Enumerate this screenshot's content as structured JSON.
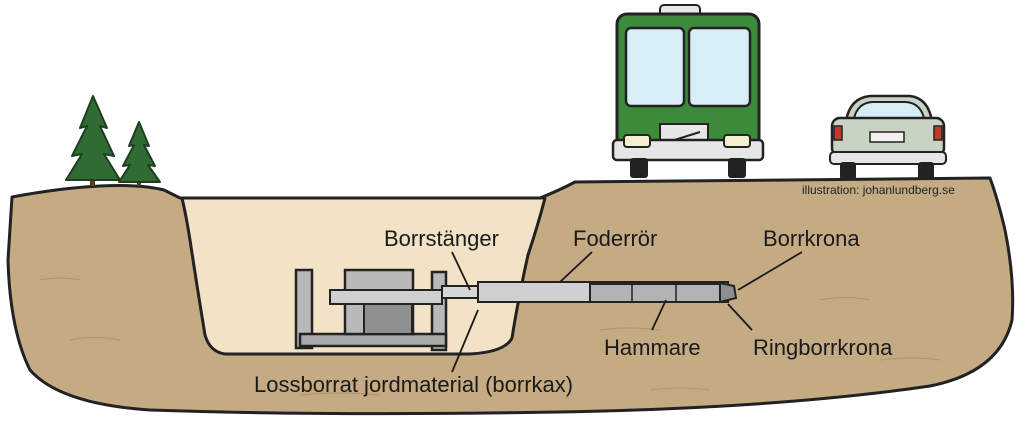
{
  "labels": {
    "borrstanger": "Borrstänger",
    "foderror": "Foderrör",
    "borrkrona": "Borrkrona",
    "hammare": "Hammare",
    "ringborrkrona": "Ringborrkrona",
    "lossborrat": "Lossborrat jordmaterial (borrkax)"
  },
  "credit": "illustration: johanlundberg.se",
  "colors": {
    "soil": "#c4ab84",
    "pit": "#f2e2c6",
    "outline": "#222222",
    "bus_body": "#3d8a3a",
    "bus_window": "#d7eef7",
    "car_body": "#c9d3c4",
    "tree": "#2f6b33",
    "steel": "#b9b9b9",
    "steel_dark": "#8f8f8f"
  },
  "icons": [
    "pine-tree-icon",
    "bus-icon",
    "car-icon",
    "drill-rig-icon"
  ]
}
